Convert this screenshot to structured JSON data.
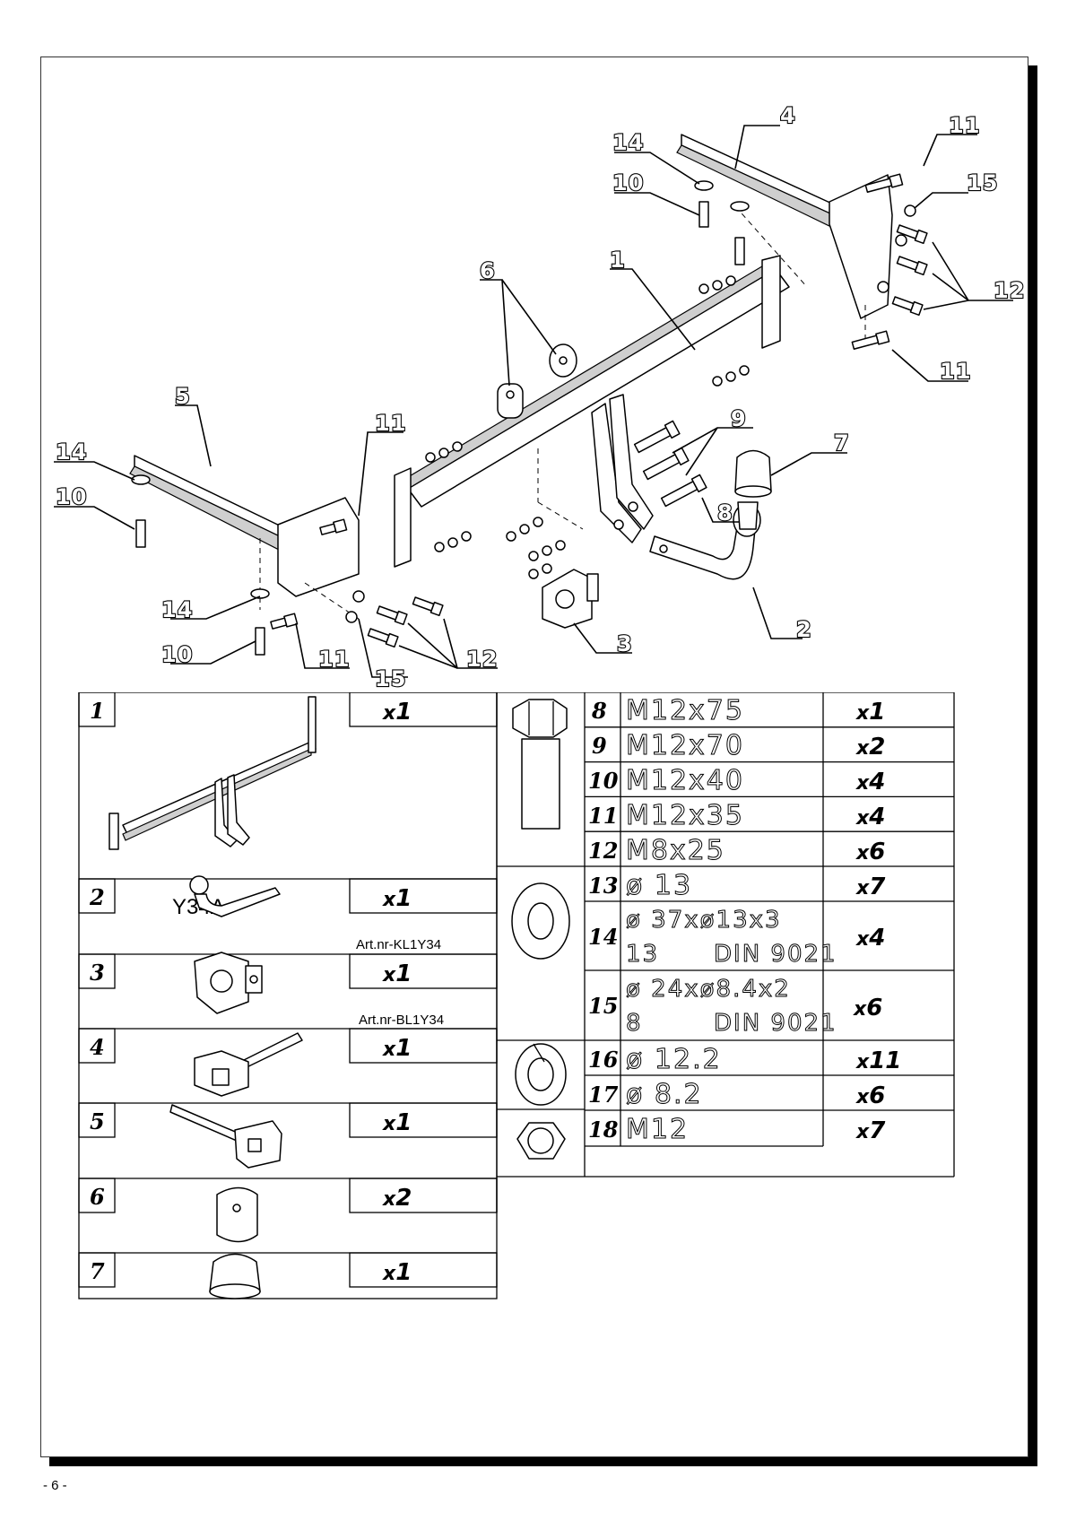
{
  "callouts": [
    "4",
    "11",
    "14",
    "15",
    "10",
    "12",
    "6",
    "1",
    "5",
    "11",
    "12",
    "9",
    "7",
    "14",
    "10",
    "8",
    "2",
    "14",
    "3",
    "10",
    "11",
    "15",
    "12",
    "11"
  ],
  "table": {
    "left": [
      {
        "num": "1",
        "qty": "1"
      },
      {
        "num": "2",
        "qty": "1",
        "label": "Y34A",
        "art": "Art.nr-KL1Y34"
      },
      {
        "num": "3",
        "qty": "1",
        "art": "Art.nr-BL1Y34"
      },
      {
        "num": "4",
        "qty": "1"
      },
      {
        "num": "5",
        "qty": "1"
      },
      {
        "num": "6",
        "qty": "2"
      },
      {
        "num": "7",
        "qty": "1"
      }
    ],
    "qty_prefix": "x",
    "right": [
      {
        "num": "8",
        "spec": "M12x75",
        "qty": "1"
      },
      {
        "num": "9",
        "spec": "M12x70",
        "qty": "2"
      },
      {
        "num": "10",
        "spec": "M12x40",
        "qty": "4"
      },
      {
        "num": "11",
        "spec": "M12x35",
        "qty": "4"
      },
      {
        "num": "12",
        "spec": "M8x25",
        "qty": "6"
      },
      {
        "num": "13",
        "spec": "ø 13",
        "qty": "7"
      },
      {
        "num": "14",
        "spec": "ø 37xø13x3",
        "spec2a": "13",
        "spec2b": "DIN 9021",
        "qty": "4"
      },
      {
        "num": "15",
        "spec": "ø 24xø8.4x2",
        "spec2a": "8",
        "spec2b": "DIN 9021",
        "qty": "6"
      },
      {
        "num": "16",
        "spec": "ø 12.2",
        "qty": "11"
      },
      {
        "num": "17",
        "spec": "ø 8.2",
        "qty": "6"
      },
      {
        "num": "18",
        "spec": "M12",
        "qty": "7"
      }
    ]
  },
  "page_number": "- 6 -"
}
